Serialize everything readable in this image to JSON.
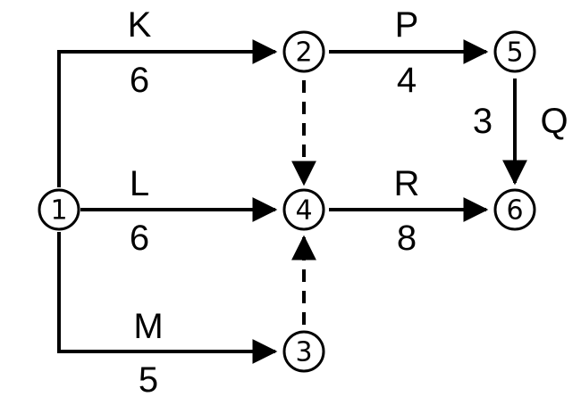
{
  "nodes": [
    {
      "id": "1",
      "label": "1"
    },
    {
      "id": "2",
      "label": "2"
    },
    {
      "id": "3",
      "label": "3"
    },
    {
      "id": "4",
      "label": "4"
    },
    {
      "id": "5",
      "label": "5"
    },
    {
      "id": "6",
      "label": "6"
    }
  ],
  "activities": {
    "K": {
      "name": "K",
      "duration": "6"
    },
    "L": {
      "name": "L",
      "duration": "6"
    },
    "M": {
      "name": "M",
      "duration": "5"
    },
    "P": {
      "name": "P",
      "duration": "4"
    },
    "R": {
      "name": "R",
      "duration": "8"
    },
    "Q": {
      "name": "Q",
      "duration": "3"
    }
  },
  "dummy_edges": [
    {
      "from": "2",
      "to": "4"
    },
    {
      "from": "3",
      "to": "4"
    }
  ]
}
